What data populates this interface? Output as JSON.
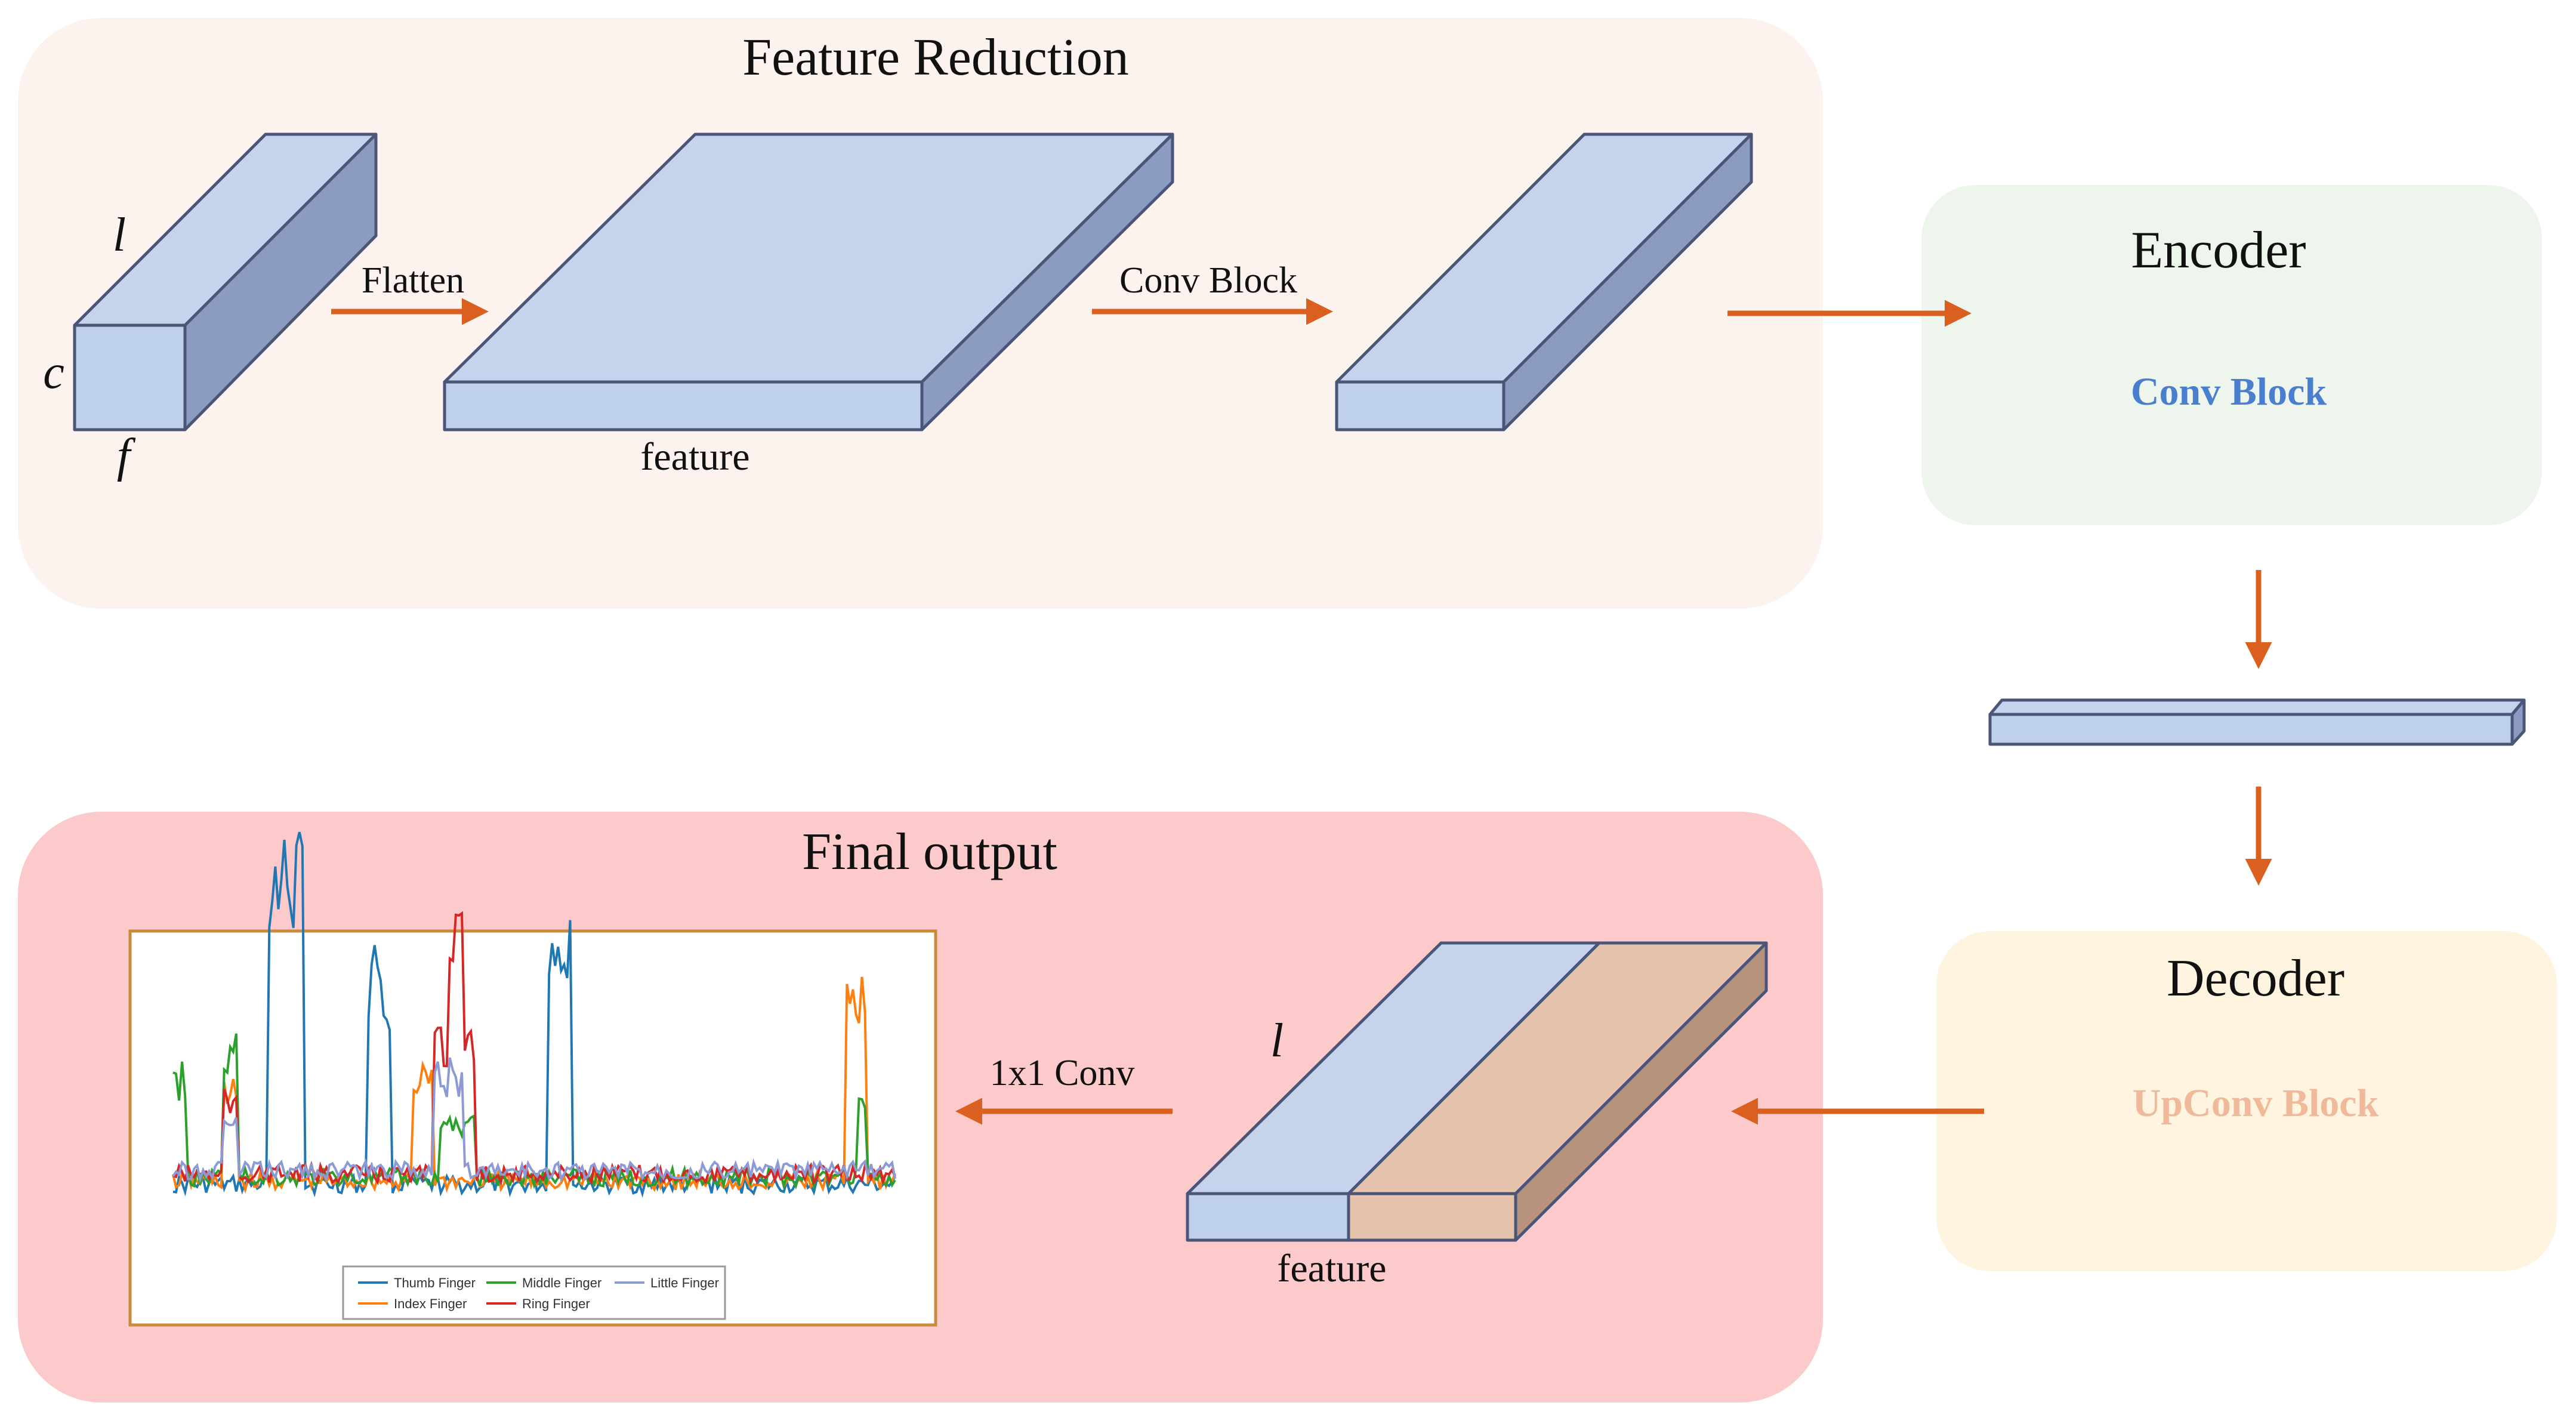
{
  "panels": {
    "feature_reduction": {
      "title": "Feature Reduction",
      "bg": "#fcf3ee"
    },
    "encoder": {
      "title": "Encoder",
      "block_label": "Conv Block",
      "bg": "#eef5ec"
    },
    "decoder": {
      "title": "Decoder",
      "block_label": "UpConv Block",
      "bg": "#fff4e0"
    },
    "final_output": {
      "title": "Final output",
      "bg": "#fccaca"
    }
  },
  "labels": {
    "dim_l": "l",
    "dim_c": "c",
    "dim_f": "f",
    "flatten": "Flatten",
    "conv_block": "Conv Block",
    "feature_top": "feature",
    "dim_l_bottom": "l",
    "feature_bottom": "feature",
    "conv_1x1": "1x1 Conv"
  },
  "colors": {
    "block_face": "#bfd0ea",
    "block_side": "#8c9cc0",
    "block_top": "#c5d4ec",
    "block_outline": "#4a5578",
    "arrow": "#d9601f",
    "encoder_text": "#4a7fd0",
    "decoder_text": "#efb99a",
    "orange_face": "#e5c3ad",
    "orange_side": "#b7927c"
  },
  "chart_data": {
    "type": "line",
    "series": [
      {
        "name": "Thumb Finger",
        "color": "#1f77b4"
      },
      {
        "name": "Index Finger",
        "color": "#ff7f0e"
      },
      {
        "name": "Middle Finger",
        "color": "#2ca02c"
      },
      {
        "name": "Ring Finger",
        "color": "#d62728"
      },
      {
        "name": "Little Finger",
        "color": "#8c9bd6"
      }
    ],
    "legend": "bottom-center"
  }
}
